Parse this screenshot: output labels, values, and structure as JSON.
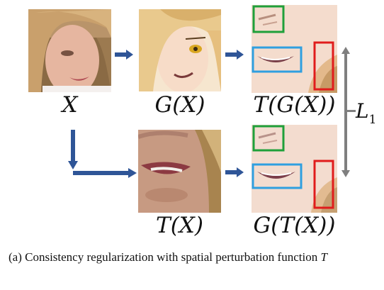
{
  "figure": {
    "panels": [
      {
        "id": "input",
        "label": "X",
        "content": "photo of a young woman with blonde hair, face close-up"
      },
      {
        "id": "generated",
        "label": "G(X)",
        "content": "anime-style portrait with blonde hair and yellow eyes"
      },
      {
        "id": "transformed_generated",
        "label": "T(G(X))",
        "content": "zoomed crop of anime face"
      },
      {
        "id": "transformed_input",
        "label": "T(X)",
        "content": "zoomed crop of real photo (mouth region)"
      },
      {
        "id": "generated_transformed",
        "label": "G(T(X))",
        "content": "zoomed crop of anime face"
      }
    ],
    "loss_label": "L",
    "loss_subscript": "1",
    "highlight_colors": {
      "green": "#1fa03a",
      "blue": "#2f9fe0",
      "red": "#e01c1c"
    },
    "arrow_color": "#2f5597",
    "loss_arrow_color": "#7f7f7f"
  },
  "caption": {
    "prefix": "(a) Consistency regularization with spatial perturbation function ",
    "symbol": "T"
  }
}
